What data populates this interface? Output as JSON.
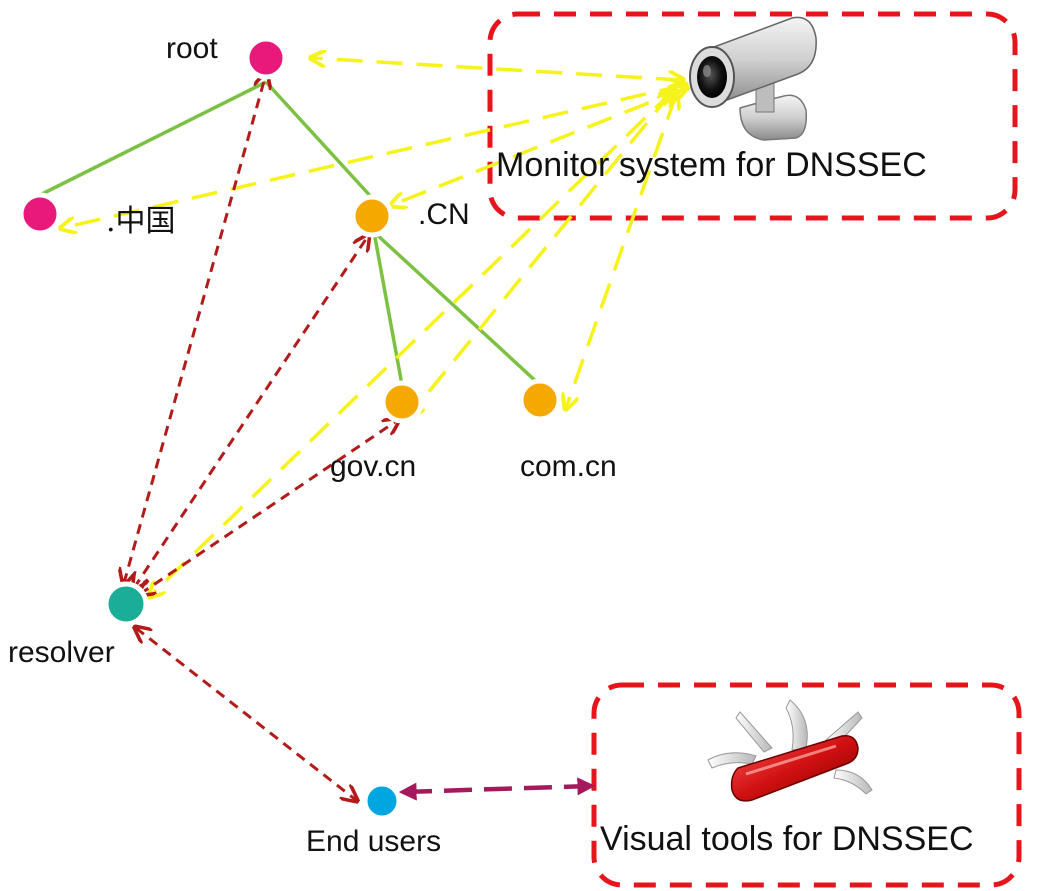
{
  "nodes": {
    "root": {
      "label": "root",
      "color": "#e8197a"
    },
    "zhongguo": {
      "label": ".中国",
      "color": "#e8197a"
    },
    "cn": {
      "label": ".CN",
      "color": "#f5a800"
    },
    "gov_cn": {
      "label": "gov.cn",
      "color": "#f5a800"
    },
    "com_cn": {
      "label": "com.cn",
      "color": "#f5a800"
    },
    "resolver": {
      "label": "resolver",
      "color": "#1aae98"
    },
    "end_users": {
      "label": "End users",
      "color": "#00a6df"
    }
  },
  "boxes": {
    "monitor": {
      "label": "Monitor system for DNSSEC",
      "icon": "camera-icon"
    },
    "visual": {
      "label": "Visual tools for  DNSSEC",
      "icon": "multitool-knife-icon"
    }
  },
  "colors": {
    "tree_edge": "#7cc142",
    "monitor_arrow": "#f6f31c",
    "query_arrow": "#b31b1b",
    "tools_arrow": "#a3195b",
    "box_border": "#e8141c"
  }
}
